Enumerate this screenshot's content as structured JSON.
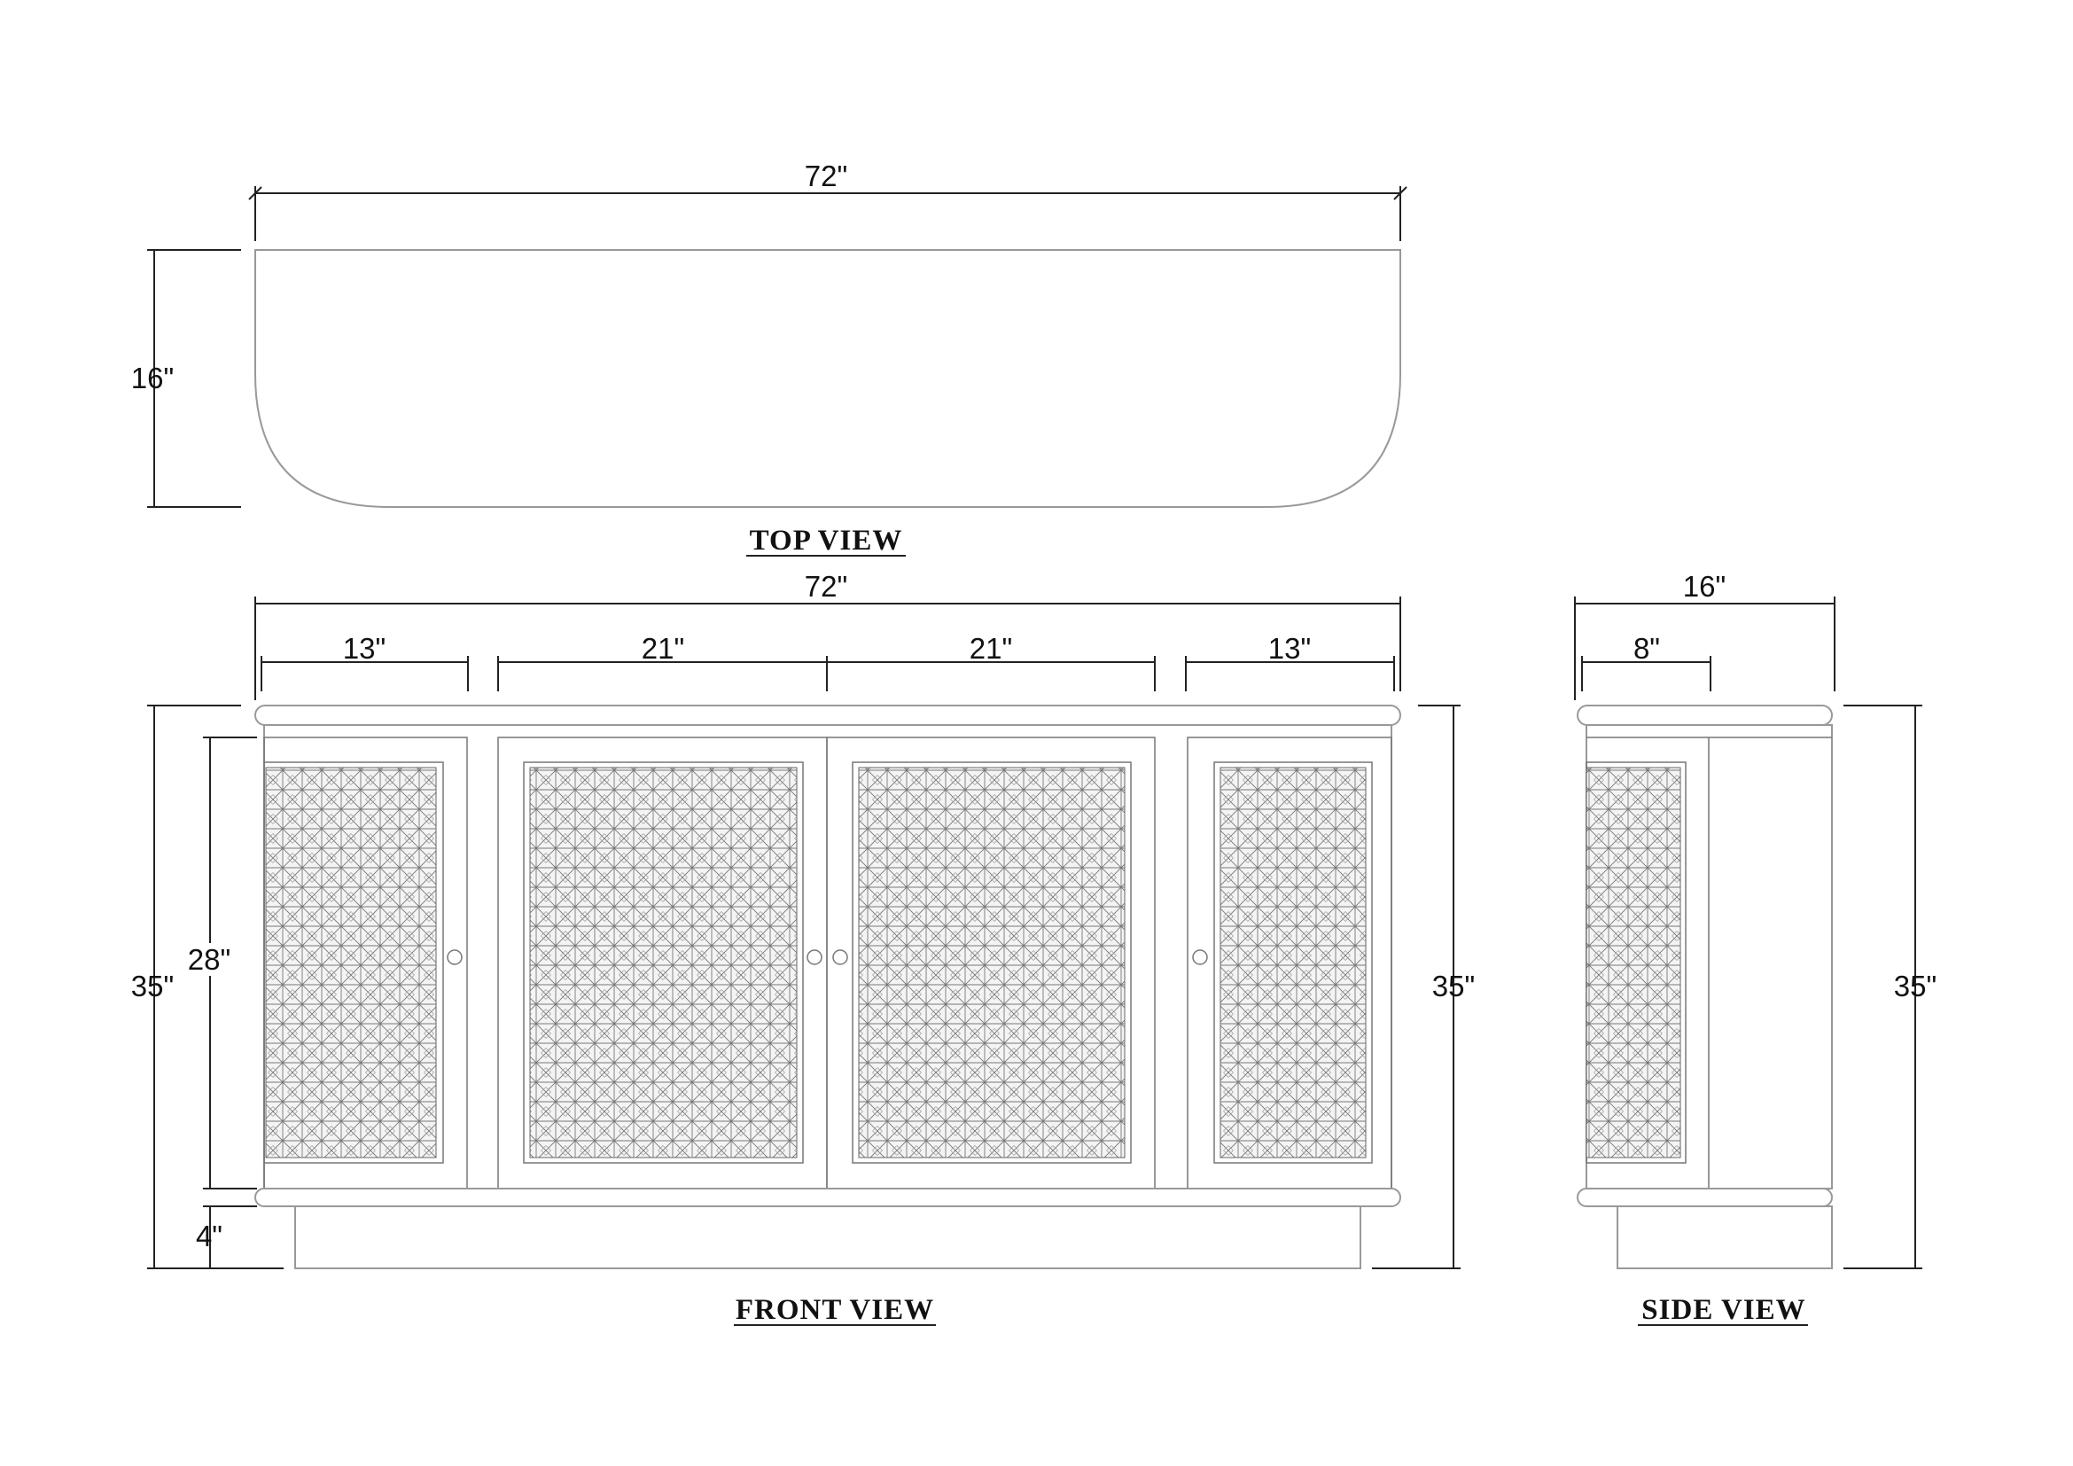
{
  "top_view": {
    "title": "TOP VIEW",
    "width_label": "72\"",
    "depth_label": "16\""
  },
  "front_view": {
    "title": "FRONT VIEW",
    "width_label": "72\"",
    "door_widths": [
      "13\"",
      "21\"",
      "21\"",
      "13\""
    ],
    "height_left_label": "35\"",
    "door_height_label": "28\"",
    "plinth_height_label": "4\"",
    "height_right_label": "35\""
  },
  "side_view": {
    "title": "SIDE VIEW",
    "depth_label": "16\"",
    "panel_width_label": "8\"",
    "height_label": "35\""
  },
  "colors": {
    "line": "#222222",
    "outline": "#999999",
    "lattice": "#666666"
  }
}
